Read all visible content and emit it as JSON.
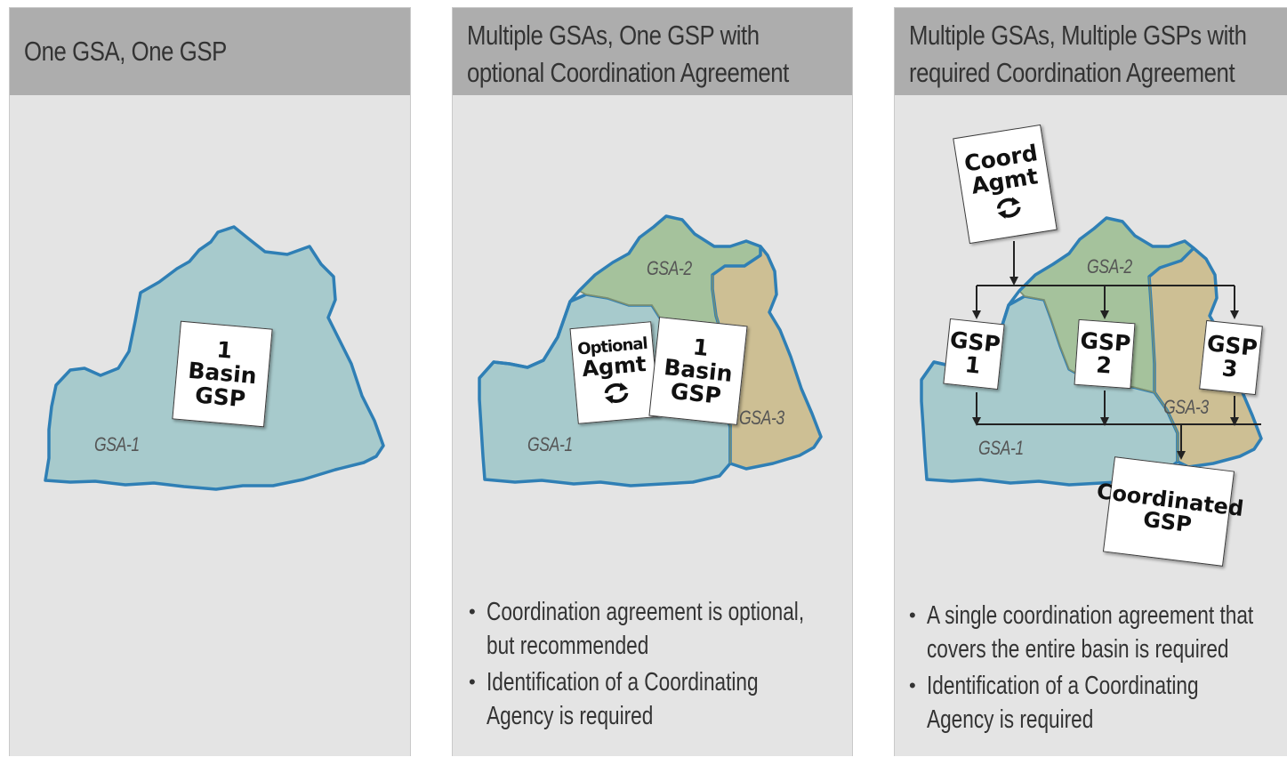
{
  "panels": [
    {
      "title_lines": [
        "One GSA, One GSP"
      ],
      "map": {
        "regions": [
          "GSA-1"
        ]
      },
      "cards": {
        "basin_gsp": [
          "1",
          "Basin",
          "GSP"
        ]
      },
      "bullets": []
    },
    {
      "title_lines": [
        "Multiple GSAs, One GSP with",
        "optional Coordination Agreement"
      ],
      "map": {
        "regions": [
          "GSA-2",
          "GSA-3",
          "GSA-1"
        ]
      },
      "cards": {
        "optional_agmt": [
          "Optional",
          "Agmt"
        ],
        "basin_gsp": [
          "1",
          "Basin",
          "GSP"
        ]
      },
      "bullets": [
        [
          "Coordination agreement is optional,",
          "but recommended"
        ],
        [
          "Identification of a Coordinating",
          "Agency is required"
        ]
      ]
    },
    {
      "title_lines": [
        "Multiple GSAs, Multiple GSPs with",
        "required Coordination Agreement"
      ],
      "map": {
        "regions": [
          "GSA-2",
          "GSA-3",
          "GSA-1"
        ]
      },
      "cards": {
        "coord_agmt": [
          "Coord",
          "Agmt"
        ],
        "gsp_1": [
          "GSP",
          "1"
        ],
        "gsp_2": [
          "GSP",
          "2"
        ],
        "gsp_3": [
          "GSP",
          "3"
        ],
        "coordinated_gsp": [
          "Coordinated",
          "GSP"
        ]
      },
      "bullets": [
        [
          "A single coordination agreement that",
          "covers the entire basin is required"
        ],
        [
          "Identification of a Coordinating",
          "Agency is required"
        ]
      ]
    }
  ],
  "colors": {
    "gsa1_fill": "#a7cacc",
    "gsa2_fill": "#a5c29c",
    "gsa3_fill": "#cdbf94",
    "boundary": "#2f7fb5",
    "header_bg": "#adadad",
    "panel_bg": "#e4e4e4"
  },
  "icons": [
    "refresh-icon",
    "arrow-connector"
  ]
}
